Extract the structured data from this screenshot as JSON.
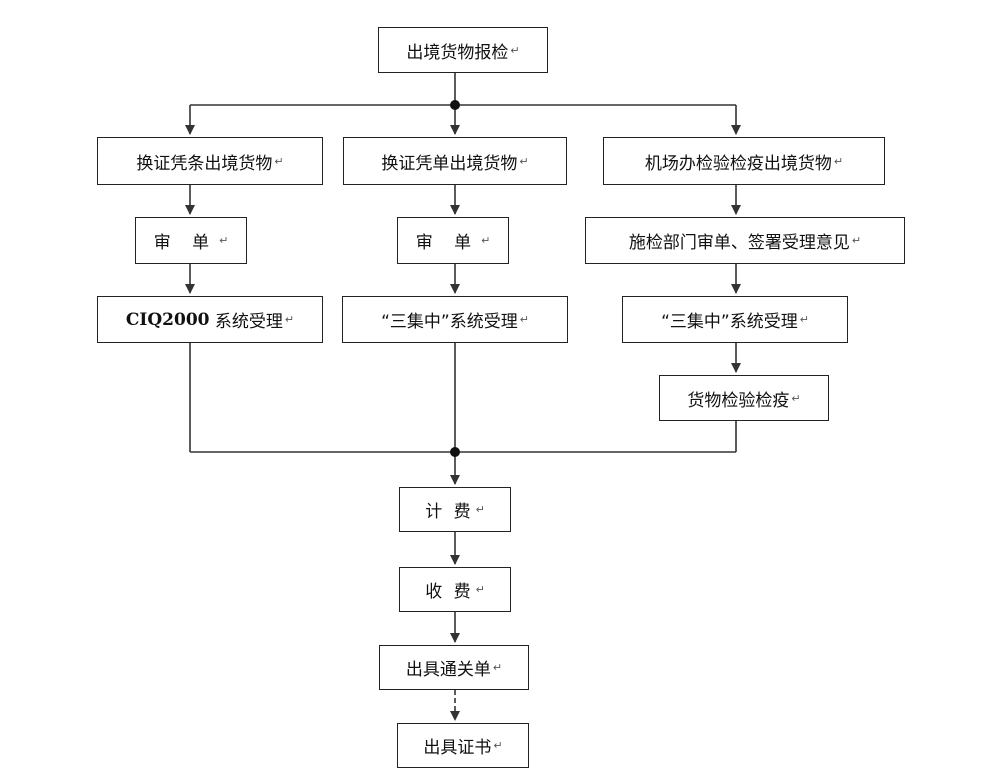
{
  "nodes": {
    "start": "出境货物报检",
    "col1_head": "换证凭条出境货物",
    "col2_head": "换证凭单出境货物",
    "col3_head": "机场办检验检疫出境货物",
    "col1_review": "审 单",
    "col2_review": "审 单",
    "col3_review": "施检部门审单、签署受理意见",
    "col1_system_code": "CIQ2000",
    "col1_system_text": " 系统受理",
    "col2_system": "“三集中”系统受理",
    "col3_system": "“三集中”系统受理",
    "col3_inspect": "货物检验检疫",
    "billing": "计 费",
    "charging": "收 费",
    "customs_form": "出具通关单",
    "certificate": "出具证书"
  },
  "paragraph_mark": "↵"
}
